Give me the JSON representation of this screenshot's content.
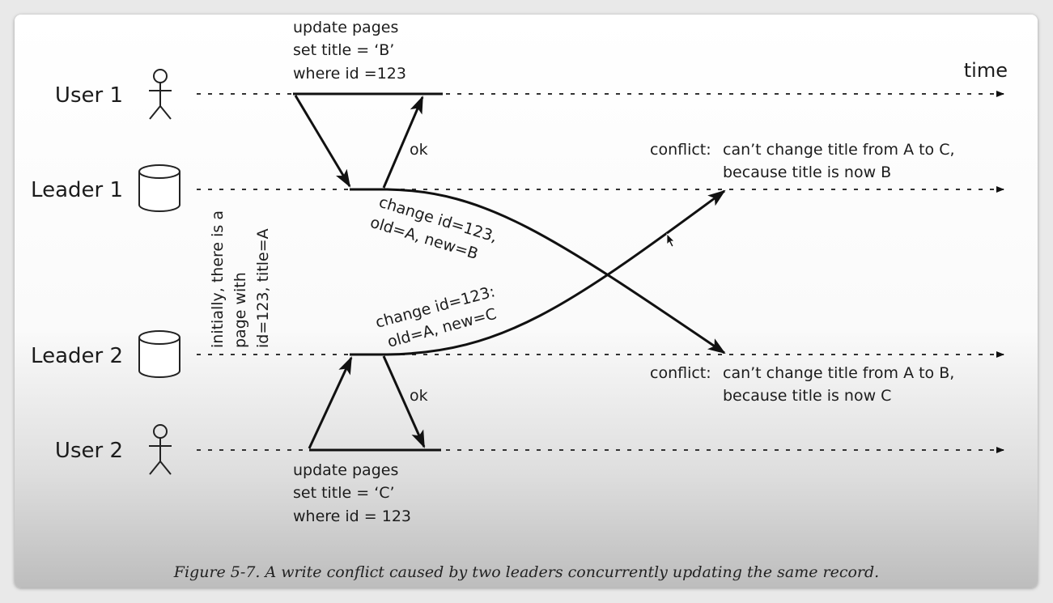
{
  "diagram": {
    "time_label": "time",
    "actors": {
      "user1": "User 1",
      "leader1": "Leader 1",
      "leader2": "Leader 2",
      "user2": "User 2"
    },
    "user1_query": [
      "update pages",
      "set title = ‘B’",
      "where id =123"
    ],
    "user2_query": [
      "update pages",
      "set title = ‘C’",
      "where id = 123"
    ],
    "ok_label": "ok",
    "initial_state": [
      "initially, there is a",
      "page with",
      "id=123, title=A"
    ],
    "change_b": [
      "change id=123,",
      "old=A, new=B"
    ],
    "change_c": [
      "change id=123:",
      "old=A, new=C"
    ],
    "conflict1": {
      "tag": "conflict:",
      "lines": [
        "can’t change title from A to C,",
        "because title is now B"
      ]
    },
    "conflict2": {
      "tag": "conflict:",
      "lines": [
        "can’t change title from A to B,",
        "because title is now C"
      ]
    }
  },
  "caption": "Figure 5-7. A write conflict caused by two leaders concurrently updating the same record."
}
